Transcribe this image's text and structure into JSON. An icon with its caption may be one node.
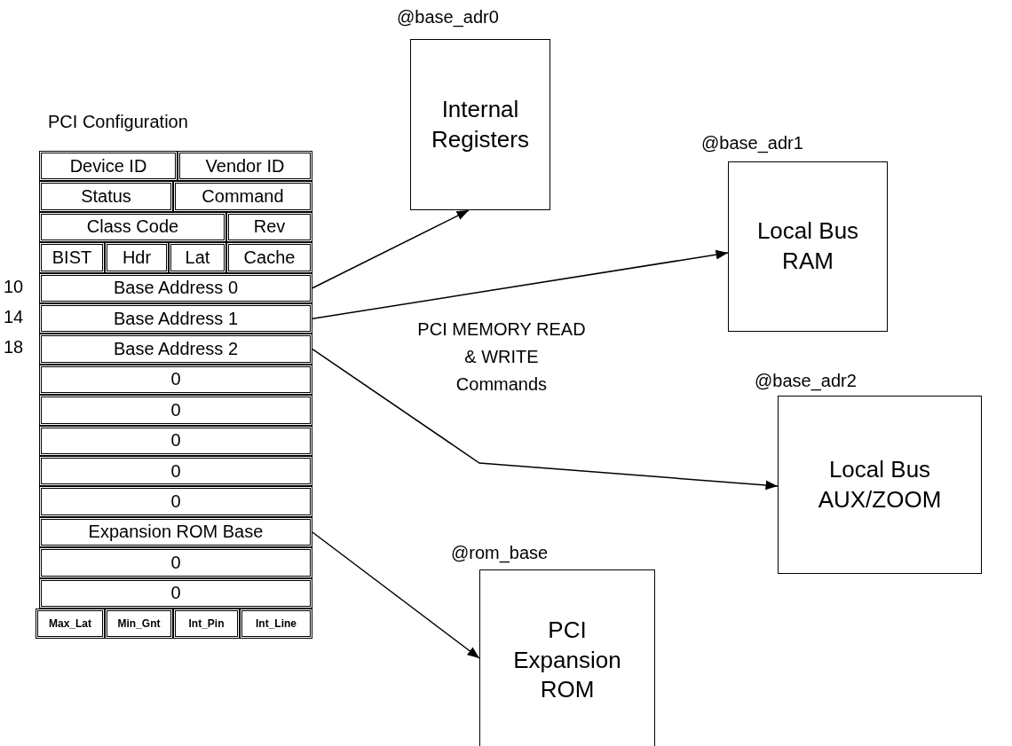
{
  "diagram": {
    "nodes": [
      {
        "text": [
          "PCI Configuration"
        ]
      },
      {
        "text": [
          "Device ID"
        ],
        "in": 0
      },
      {
        "text": [
          "Vendor ID"
        ],
        "in": 0
      },
      {
        "text": [
          "Status"
        ],
        "in": 0
      },
      {
        "text": [
          "Command"
        ],
        "in": 0
      },
      {
        "text": [
          "Class Code"
        ],
        "in": 0
      },
      {
        "text": [
          "Rev"
        ],
        "in": 0
      },
      {
        "text": [
          "BIST"
        ],
        "in": 0
      },
      {
        "text": [
          "Hdr"
        ],
        "in": 0
      },
      {
        "text": [
          "Lat"
        ],
        "in": 0
      },
      {
        "text": [
          "Cache"
        ],
        "in": 0
      },
      {
        "text": [
          "Base Address 0"
        ],
        "in": 0,
        "beside": [
          "10"
        ]
      },
      {
        "text": [
          "Base Address 1"
        ],
        "in": 0,
        "beside": [
          "14"
        ]
      },
      {
        "text": [
          "Base Address 2"
        ],
        "in": 0,
        "beside": [
          "18"
        ]
      },
      {
        "text": [
          "0"
        ],
        "in": 0
      },
      {
        "text": [
          "0"
        ],
        "in": 0
      },
      {
        "text": [
          "0"
        ],
        "in": 0
      },
      {
        "text": [
          "0"
        ],
        "in": 0
      },
      {
        "text": [
          "0"
        ],
        "in": 0
      },
      {
        "text": [
          "Expansion ROM Base"
        ],
        "in": 0
      },
      {
        "text": [
          "0"
        ],
        "in": 0
      },
      {
        "text": [
          "0"
        ],
        "in": 0
      },
      {
        "text": [
          "Max_Lat"
        ],
        "in": 0
      },
      {
        "text": [
          "Min_Gnt"
        ],
        "in": 0
      },
      {
        "text": [
          "Int_Pin"
        ],
        "in": 0
      },
      {
        "text": [
          "Int_Line"
        ],
        "in": 0
      },
      {
        "text": [
          "@base_adr0",
          "Internal Registers"
        ]
      },
      {
        "text": [
          "@base_adr1",
          "Local Bus RAM"
        ]
      },
      {
        "text": [
          "@base_adr2",
          "Local Bus AUX/ZOOM"
        ]
      },
      {
        "text": [
          "@rom_base",
          "PCI Expansion ROM"
        ]
      }
    ],
    "edges": [
      {
        "from": 11,
        "to": 26,
        "arrow": "to"
      },
      {
        "from": 12,
        "to": 27,
        "arrow": "to"
      },
      {
        "from": 13,
        "to": 28,
        "arrow": "to"
      },
      {
        "from": 19,
        "to": 29,
        "arrow": "to"
      }
    ],
    "labels": [
      "PCI MEMORY READ & WRITE Commands"
    ]
  }
}
